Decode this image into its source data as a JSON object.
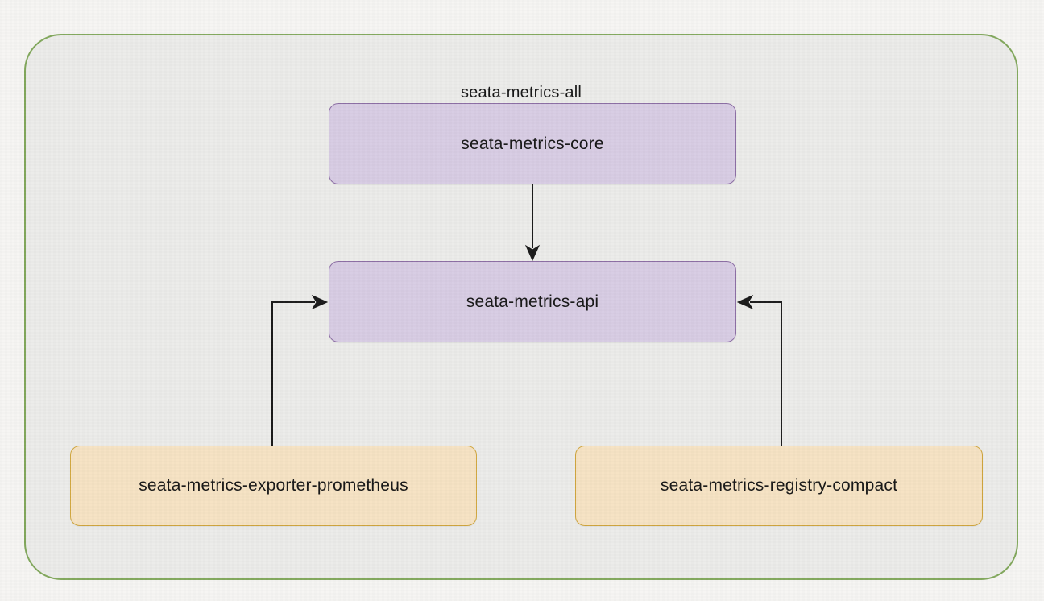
{
  "diagram": {
    "container": {
      "label": "seata-metrics-all",
      "border_color": "#82a85c",
      "background": "#ececea"
    },
    "nodes": [
      {
        "id": "core",
        "label": "seata-metrics-core",
        "fill": "#d8cce4",
        "border": "#8e6fa6"
      },
      {
        "id": "api",
        "label": "seata-metrics-api",
        "fill": "#d8cce4",
        "border": "#8e6fa6"
      },
      {
        "id": "exporter",
        "label": "seata-metrics-exporter-prometheus",
        "fill": "#f6e3c3",
        "border": "#d0a63e"
      },
      {
        "id": "registry",
        "label": "seata-metrics-registry-compact",
        "fill": "#f6e3c3",
        "border": "#d0a63e"
      }
    ],
    "edges": [
      {
        "from": "seata-metrics-core",
        "to": "seata-metrics-api",
        "style": "straight-down"
      },
      {
        "from": "seata-metrics-exporter-prometheus",
        "to": "seata-metrics-api",
        "style": "elbow-up-right"
      },
      {
        "from": "seata-metrics-registry-compact",
        "to": "seata-metrics-api",
        "style": "elbow-up-left"
      }
    ],
    "arrow_color": "#1a1a1a",
    "page_background": "#f6f5f3"
  }
}
